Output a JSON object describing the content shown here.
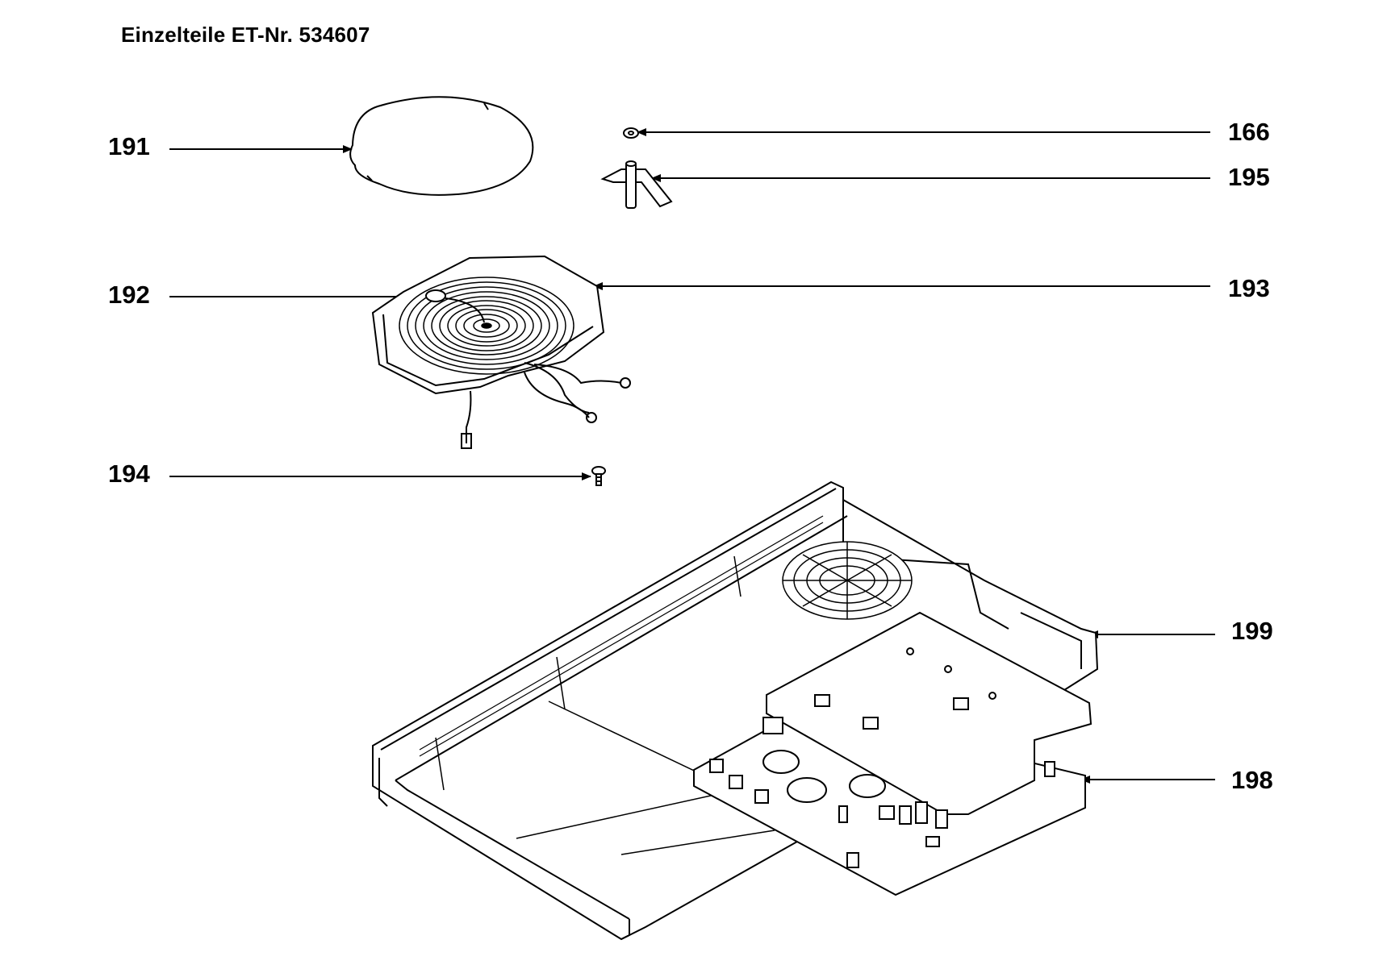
{
  "header": {
    "title": "Einzelteile ET-Nr.  534607"
  },
  "parts": [
    {
      "id": "191",
      "label": "191",
      "description_icon": "glass-seal-ring-icon"
    },
    {
      "id": "166",
      "label": "166",
      "description_icon": "nut-icon"
    },
    {
      "id": "195",
      "label": "195",
      "description_icon": "clip-pin-icon"
    },
    {
      "id": "192",
      "label": "192",
      "description_icon": "sensor-icon"
    },
    {
      "id": "193",
      "label": "193",
      "description_icon": "heating-coil-icon"
    },
    {
      "id": "194",
      "label": "194",
      "description_icon": "screw-icon"
    },
    {
      "id": "199",
      "label": "199",
      "description_icon": "housing-tray-icon"
    },
    {
      "id": "198",
      "label": "198",
      "description_icon": "circuit-board-icon"
    }
  ]
}
